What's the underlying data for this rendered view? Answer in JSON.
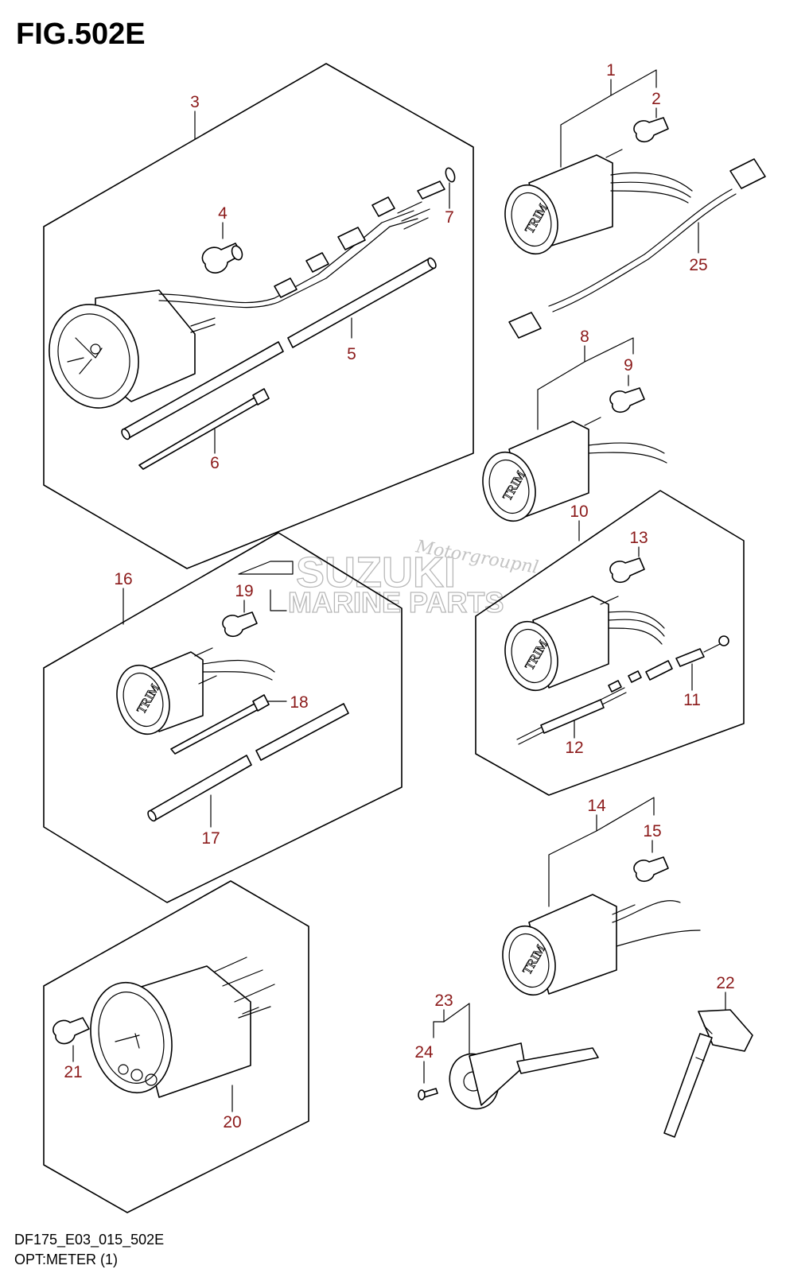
{
  "figure": {
    "title": "FIG.502E",
    "code": "DF175_E03_015_502E",
    "caption": "OPT:METER (1)"
  },
  "watermark": {
    "brand": "SUZUKI",
    "line2": "MARINE PARTS",
    "script": "Motorgroupnl"
  },
  "callouts": [
    {
      "id": "c1",
      "text": "1"
    },
    {
      "id": "c2",
      "text": "2"
    },
    {
      "id": "c3",
      "text": "3"
    },
    {
      "id": "c4",
      "text": "4"
    },
    {
      "id": "c5",
      "text": "5"
    },
    {
      "id": "c6",
      "text": "6"
    },
    {
      "id": "c7",
      "text": "7"
    },
    {
      "id": "c8",
      "text": "8"
    },
    {
      "id": "c9",
      "text": "9"
    },
    {
      "id": "c10",
      "text": "10"
    },
    {
      "id": "c11",
      "text": "11"
    },
    {
      "id": "c12",
      "text": "12"
    },
    {
      "id": "c13",
      "text": "13"
    },
    {
      "id": "c14",
      "text": "14"
    },
    {
      "id": "c15",
      "text": "15"
    },
    {
      "id": "c16",
      "text": "16"
    },
    {
      "id": "c17",
      "text": "17"
    },
    {
      "id": "c18",
      "text": "18"
    },
    {
      "id": "c19",
      "text": "19"
    },
    {
      "id": "c20",
      "text": "20"
    },
    {
      "id": "c21",
      "text": "21"
    },
    {
      "id": "c22",
      "text": "22"
    },
    {
      "id": "c23",
      "text": "23"
    },
    {
      "id": "c24",
      "text": "24"
    },
    {
      "id": "c25",
      "text": "25"
    }
  ],
  "colors": {
    "callout": "#8b1a1a",
    "line": "#000000",
    "watermark": "#b8b8b8"
  }
}
